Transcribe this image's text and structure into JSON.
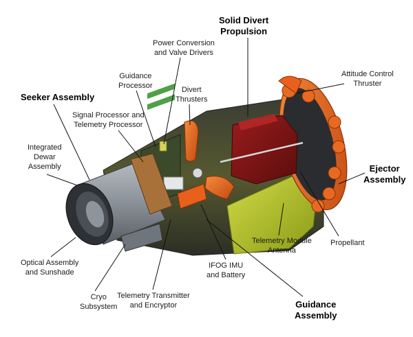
{
  "labels": {
    "solid_divert": [
      "Solid Divert",
      "Propulsion"
    ],
    "power_conversion": [
      "Power Conversion",
      "and Valve Drivers"
    ],
    "guidance_processor": [
      "Guidance",
      "Processor"
    ],
    "divert_thrusters": [
      "Divert",
      "Thrusters"
    ],
    "attitude_control": [
      "Attitude Control",
      "Thruster"
    ],
    "seeker_assembly": [
      "Seeker Assembly"
    ],
    "signal_processor": [
      "Signal Processor and",
      "Telemetry Processor"
    ],
    "integrated_dewar": [
      "Integrated",
      "Dewar",
      "Assembly"
    ],
    "ejector_assembly": [
      "Ejector",
      "Assembly"
    ],
    "propellant": [
      "Propellant"
    ],
    "telemetry_antenna": [
      "Telemetry Module",
      "Antenna"
    ],
    "optical_assembly": [
      "Optical Assembly",
      "and Sunshade"
    ],
    "ifog_imu": [
      "IFOG IMU",
      "and Battery"
    ],
    "cryo": [
      "Cryo",
      "Subsystem"
    ],
    "telemetry_transmitter": [
      "Telemetry Transmitter",
      "and Encryptor"
    ],
    "guidance_assembly": [
      "Guidance",
      "Assembly"
    ]
  },
  "colors": {
    "orange": "#e8601c",
    "dark_red": "#7a1414",
    "olive": "#4f6a1e",
    "lime": "#b7c42a",
    "steel": "#7d8288",
    "dark": "#2e3136"
  }
}
